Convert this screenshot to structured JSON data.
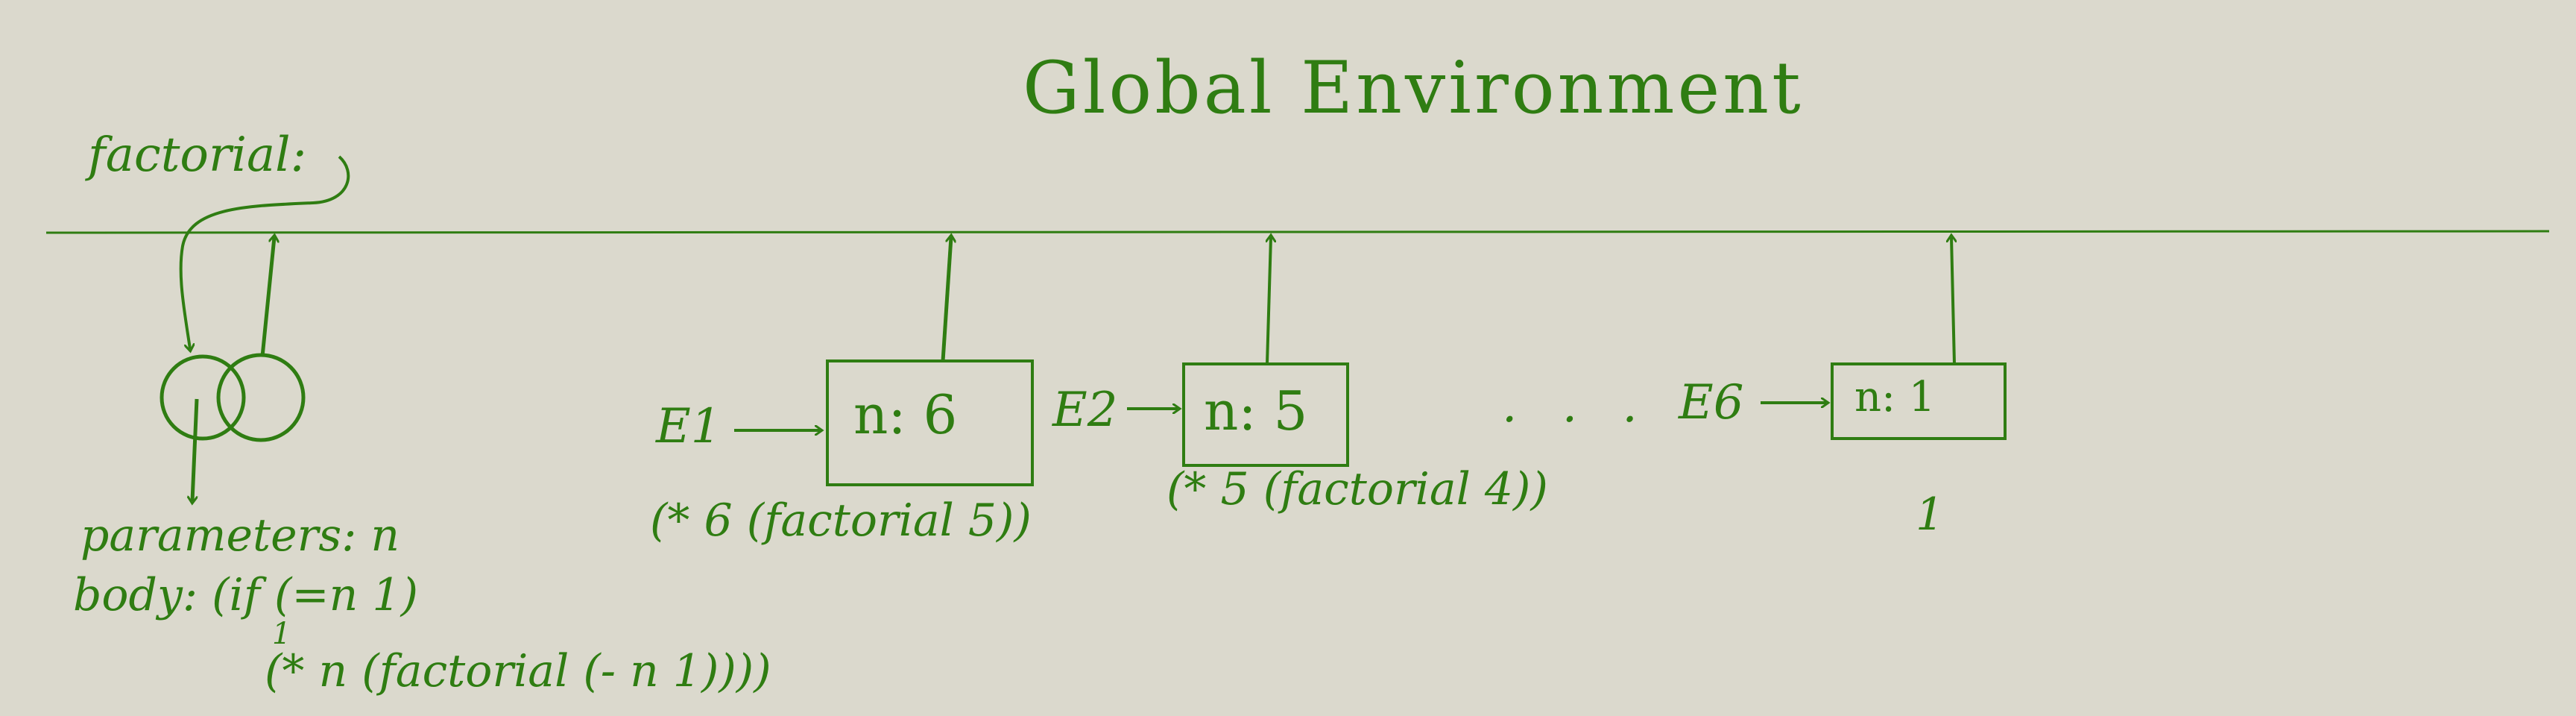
{
  "title": "Global Environment",
  "global_binding": {
    "name": "factorial:"
  },
  "procedure_object": {
    "parameters": "parameters: n",
    "body_line1": "body: (if (=n 1)",
    "body_line2": "1",
    "body_line3": "(* n (factorial (- n 1))))"
  },
  "frames": [
    {
      "env": "E1",
      "binding": "n: 6",
      "expression": "(* 6 (factorial 5))"
    },
    {
      "env": "E2",
      "binding": "n: 5",
      "expression": "(* 5 (factorial 4))"
    },
    {
      "env": "E6",
      "binding": "n: 1",
      "expression": "1"
    }
  ],
  "ellipsis": ". . ."
}
